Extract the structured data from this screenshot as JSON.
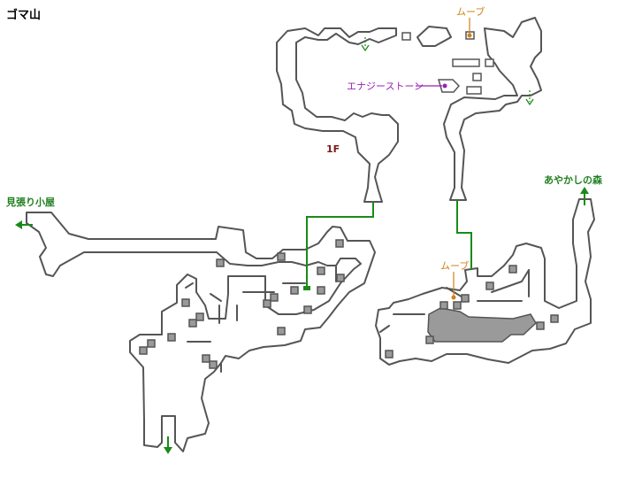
{
  "map": {
    "title": "ゴマ山",
    "floor_label": "1F",
    "colors": {
      "wall": "#555555",
      "floor": "#ffffff",
      "chest": "#9a9a9a",
      "raised_area": "#b4b4b4",
      "route": "#1a8a1a",
      "exit_label": "#1f7f1f",
      "move_point": "#d0801a",
      "item_marker": "#9a1fb5",
      "floor_label": "#7a1a1a"
    },
    "exits": {
      "left": {
        "label": "見張り小屋",
        "icon": "arrow-left-icon"
      },
      "right": {
        "label": "あやかしの森",
        "icon": "arrow-up-icon"
      },
      "bottom": {
        "icon": "arrow-down-icon"
      }
    },
    "move_points": [
      {
        "label": "ムーブ",
        "icon": "move-point-icon"
      },
      {
        "label": "ムーブ",
        "icon": "move-point-icon"
      }
    ],
    "item": {
      "label": "エナジーストーン",
      "icon": "item-dot-icon"
    }
  }
}
